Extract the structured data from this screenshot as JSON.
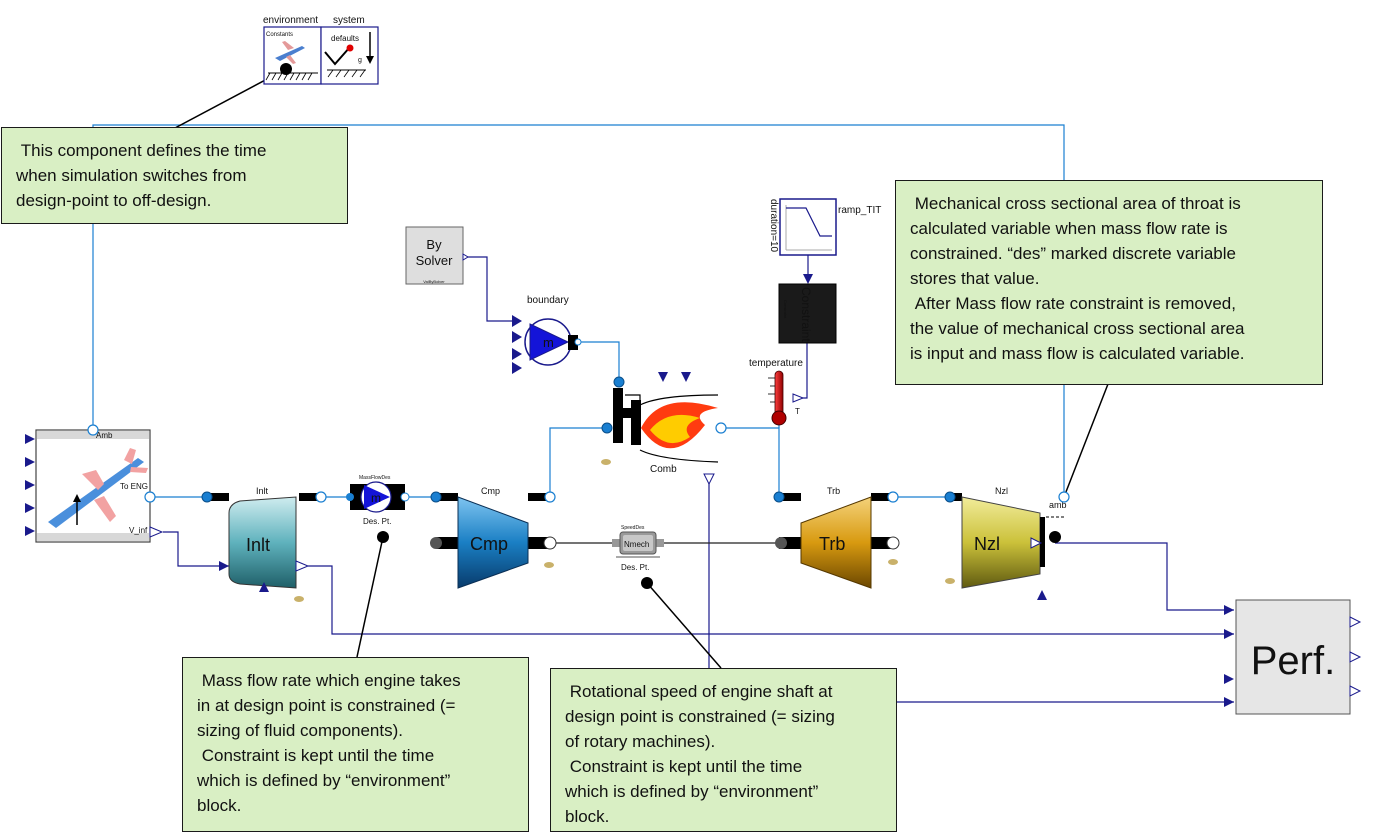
{
  "notes": {
    "env_note": " This component defines the time\nwhen simulation switches from\ndesign-point to off-design.",
    "throat_note": " Mechanical cross sectional area of throat is\ncalculated variable when mass flow rate is\nconstrained. “des” marked discrete variable\nstores that value.\n After Mass flow rate constraint is removed,\nthe value of mechanical cross sectional area\nis input and mass flow is calculated variable.",
    "massflow_note": " Mass flow rate which engine takes\nin at design point is constrained (=\nsizing of fluid components).\n Constraint is kept until the time\nwhich is defined by “environment”\nblock.",
    "rotspeed_note": " Rotational speed of engine shaft at\ndesign point is constrained (= sizing\nof rotary machines).\n Constraint is kept until the time\nwhich is defined by “environment”\nblock."
  },
  "blocks": {
    "environment_label": "environment",
    "system_label": "system",
    "constants_label": "Constants",
    "defaults_label": "defaults",
    "g_label": "g",
    "by_solver_line1": "By",
    "by_solver_line2": "Solver",
    "by_solver_sub": "ValByBolver",
    "boundary_label": "boundary",
    "m_label": "m",
    "ramp_label": "ramp_TIT",
    "duration_label": "duration=10",
    "constraint_label": "Constraint",
    "constraint_sub": "Constraint",
    "temperature_label": "temperature",
    "t_label": "T",
    "amb_label": "Amb",
    "to_eng_label": "To ENG",
    "v_inf_label": "V_inf",
    "inlt_top": "Inlt",
    "inlt_body": "Inlt",
    "massflow_top": "MassFlowDes",
    "des_pt_1": "Des. Pt.",
    "cmp_top": "Cmp",
    "cmp_body": "Cmp",
    "nmech_top": "SpeedDes",
    "nmech_body": "Nmech",
    "des_pt_2": "Des. Pt.",
    "comb_label": "Comb",
    "trb_top": "Trb",
    "trb_body": "Trb",
    "nzl_top": "Nzl",
    "nzl_body": "Nzl",
    "amb2_label": "amb",
    "perf_label": "Perf."
  },
  "colors": {
    "connector_blue": "#1a7fd1",
    "signal_navy": "#1a1a8c",
    "note_fill": "#d9efc4",
    "inlet_teal": "#7fc7cf",
    "compressor_blue": "#1e86c8",
    "turbine_orange": "#e2a514",
    "nozzle_yellow": "#d8cf39"
  }
}
